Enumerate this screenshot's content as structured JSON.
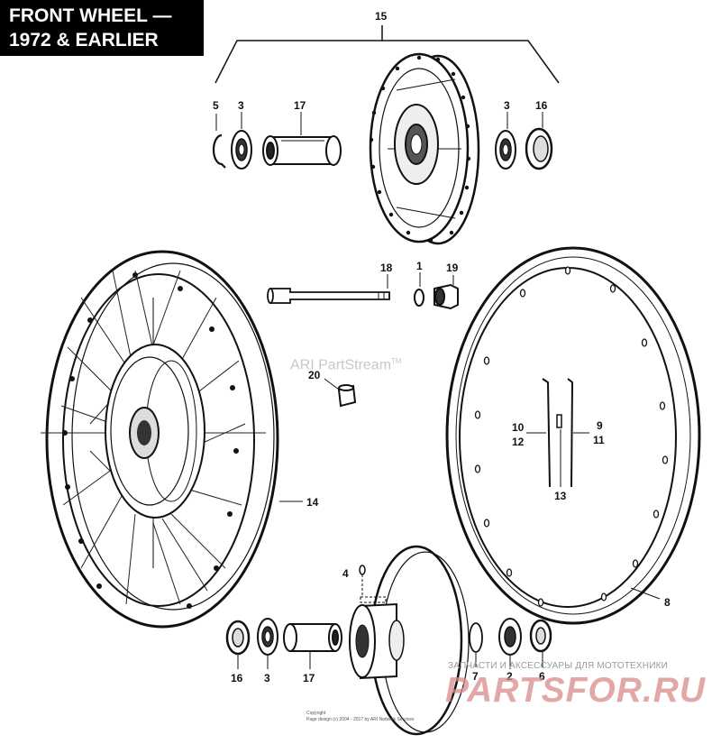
{
  "title": {
    "line1": "FRONT WHEEL —",
    "line2": "1972 & EARLIER"
  },
  "watermark": "ARI PartStream",
  "watermark_tm": "TM",
  "copyright": {
    "line1": "Copyright",
    "line2": "Page design (c) 2004 - 2017 by ARI Network Services"
  },
  "shop": {
    "tagline": "ЗАПЧАСТИ И АКСЕССУАРЫ ДЛЯ МОТОТЕХНИКИ",
    "name": "PARTSFOR.RU"
  },
  "callouts": {
    "c15": "15",
    "c5": "5",
    "c3_top": "3",
    "c17_top": "17",
    "c3_right": "3",
    "c16_top": "16",
    "c18": "18",
    "c1": "1",
    "c19": "19",
    "c20": "20",
    "c14": "14",
    "c10": "10",
    "c12": "12",
    "c9": "9",
    "c11": "11",
    "c13": "13",
    "c8": "8",
    "c4": "4",
    "c16_bot": "16",
    "c3_bot": "3",
    "c17_bot": "17",
    "c7": "7",
    "c2": "2",
    "c6": "6"
  }
}
